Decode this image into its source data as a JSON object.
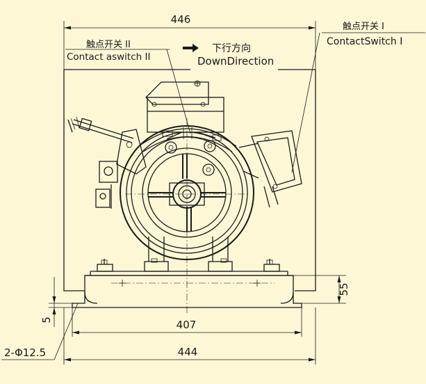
{
  "dimensions": {
    "width_top": "446",
    "width_inner": "407",
    "width_bottom": "444",
    "base_height": "55",
    "foot_height": "5",
    "holes": "2-Φ12.5"
  },
  "labels": {
    "switch2_cn": "触点开关 II",
    "switch2_en": "Contact aswitch II",
    "switch1_cn": "触点开关 I",
    "switch1_en": "ContactSwitch I",
    "direction_cn": "下行方向",
    "direction_en": "DownDirection"
  },
  "colors": {
    "background": "#fdf7d6",
    "line": "#1a1a1a"
  }
}
